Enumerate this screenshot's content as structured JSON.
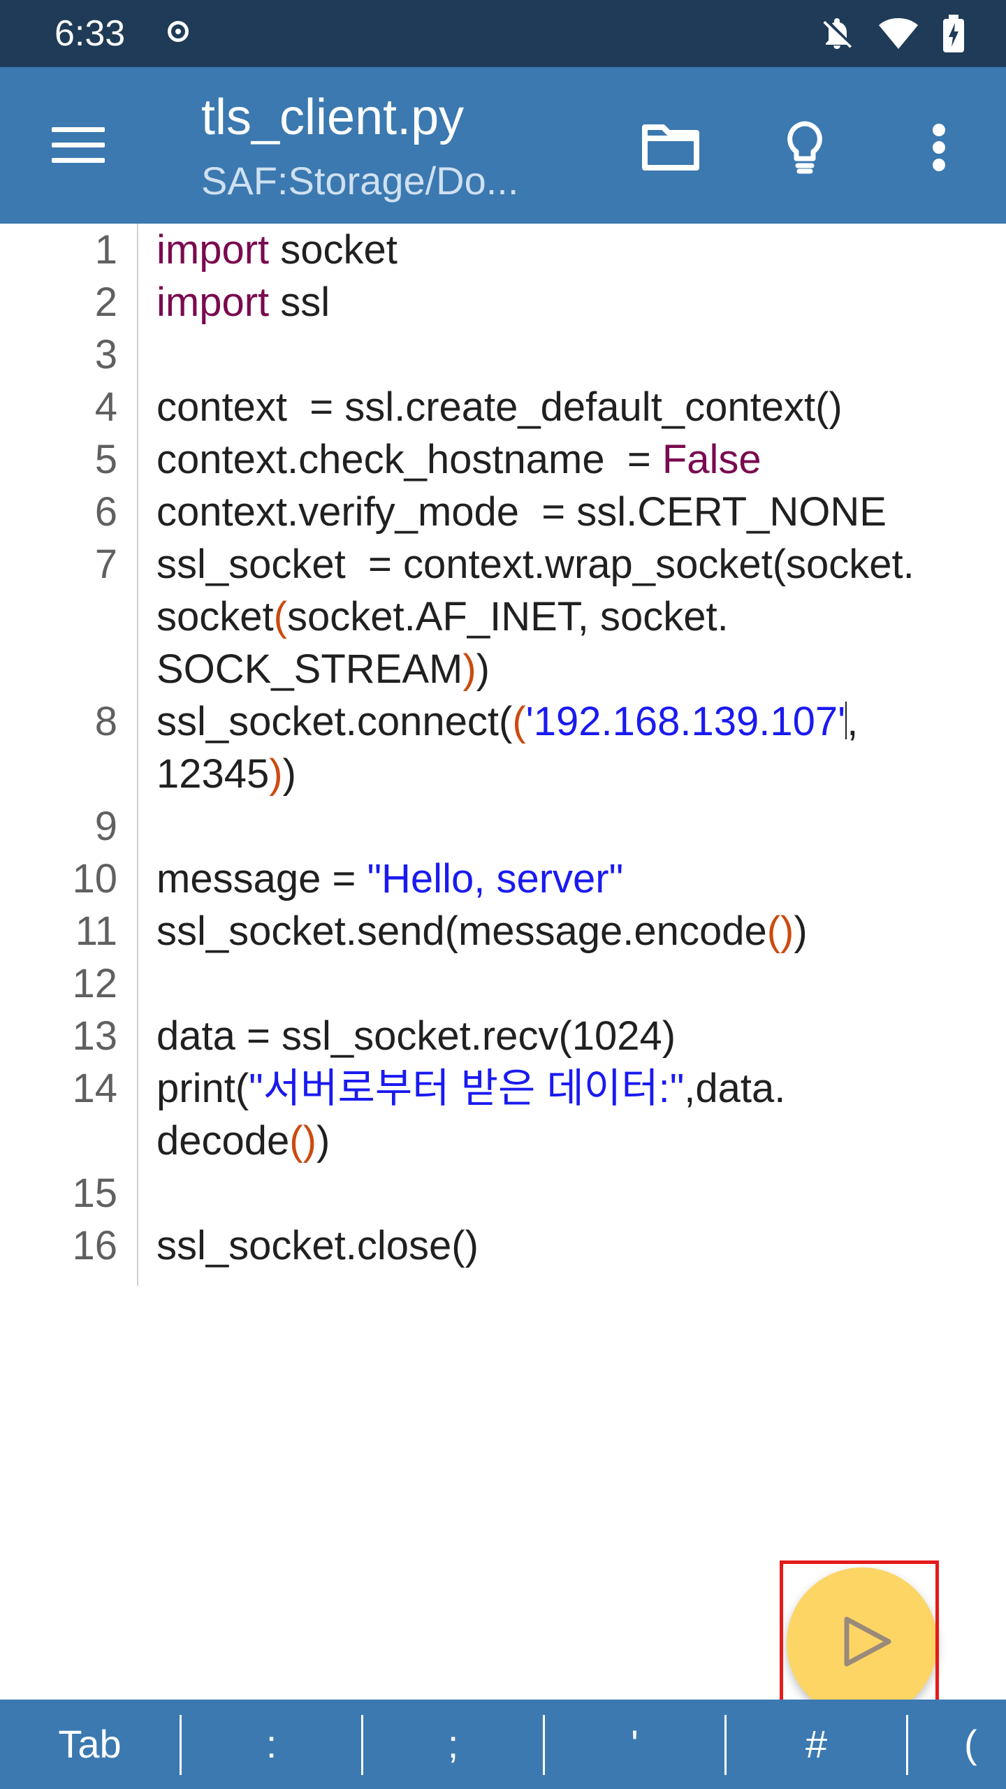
{
  "status": {
    "time": "6:33"
  },
  "app": {
    "title": "tls_client.py",
    "subtitle": "SAF:Storage/Do..."
  },
  "code": {
    "line_numbers": [
      "1",
      "2",
      "3",
      "4",
      "5",
      "6",
      "7",
      "8",
      "9",
      "10",
      "11",
      "12",
      "13",
      "14",
      "15",
      "16"
    ],
    "l1a": "import",
    "l1b": " socket",
    "l2a": "import",
    "l2b": " ssl",
    "l4": "context  = ssl.create_default_context()",
    "l5a": "context.check_hostname  = ",
    "l5b": "False",
    "l6": "context.verify_mode  = ssl.CERT_NONE",
    "l7a": "ssl_socket  = context.wrap_socket(socket.",
    "l7b1": "socket",
    "l7b2": "(",
    "l7b3": "socket.AF_INET, socket.",
    "l7c1": "SOCK_STREAM",
    "l7c2": ")",
    "l7c3": ")",
    "l8a1": "ssl_socket.connect(",
    "l8a2": "(",
    "l8a3": "'192.168.139.107'",
    "l8a4": ",",
    "l8b1": "12345",
    "l8b2": ")",
    "l8b3": ")",
    "l10a": "message = ",
    "l10b": "\"Hello, server\"",
    "l11a": "ssl_socket.send(message.encode",
    "l11b": "()",
    "l11c": ")",
    "l13": "data = ssl_socket.recv(1024)",
    "l14a": "print(",
    "l14b": "\"서버로부터 받은 데이터:\"",
    "l14c": ",data.",
    "l14d1": "decode",
    "l14d2": "()",
    "l14d3": ")",
    "l16": "ssl_socket.close()"
  },
  "keys": [
    "Tab",
    ":",
    ";",
    "'",
    "#",
    "("
  ],
  "colors": {
    "status_bar": "#1f3b57",
    "app_bar": "#3b79b0",
    "fab": "#fcd565",
    "highlight": "#e41b1b"
  }
}
